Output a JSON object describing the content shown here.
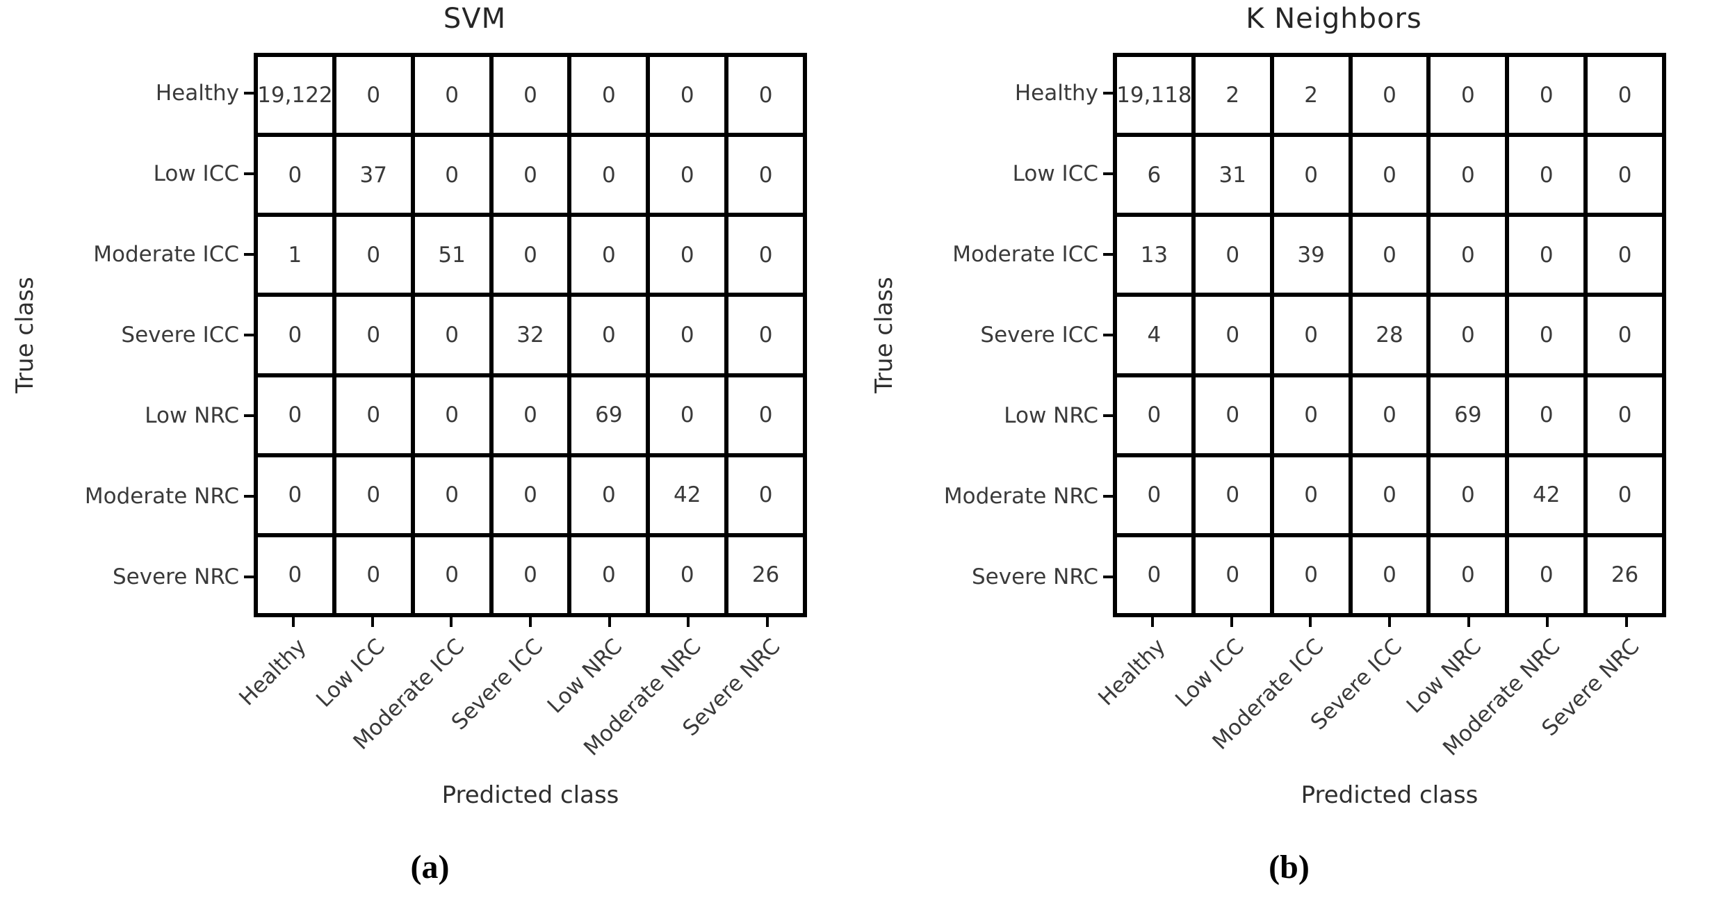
{
  "figure": {
    "ylabel": "True class",
    "xlabel": "Predicted class",
    "classes": [
      "Healthy",
      "Low ICC",
      "Moderate ICC",
      "Severe ICC",
      "Low NRC",
      "Moderate NRC",
      "Severe NRC"
    ],
    "panels": [
      {
        "id": "a",
        "title": "SVM",
        "caption": "(a)",
        "display_matrix": [
          [
            "19,122",
            "0",
            "0",
            "0",
            "0",
            "0",
            "0"
          ],
          [
            "0",
            "37",
            "0",
            "0",
            "0",
            "0",
            "0"
          ],
          [
            "1",
            "0",
            "51",
            "0",
            "0",
            "0",
            "0"
          ],
          [
            "0",
            "0",
            "0",
            "32",
            "0",
            "0",
            "0"
          ],
          [
            "0",
            "0",
            "0",
            "0",
            "69",
            "0",
            "0"
          ],
          [
            "0",
            "0",
            "0",
            "0",
            "0",
            "42",
            "0"
          ],
          [
            "0",
            "0",
            "0",
            "0",
            "0",
            "0",
            "26"
          ]
        ]
      },
      {
        "id": "b",
        "title": "K Neighbors",
        "caption": "(b)",
        "display_matrix": [
          [
            "19,118",
            "2",
            "2",
            "0",
            "0",
            "0",
            "0"
          ],
          [
            "6",
            "31",
            "0",
            "0",
            "0",
            "0",
            "0"
          ],
          [
            "13",
            "0",
            "39",
            "0",
            "0",
            "0",
            "0"
          ],
          [
            "4",
            "0",
            "0",
            "28",
            "0",
            "0",
            "0"
          ],
          [
            "0",
            "0",
            "0",
            "0",
            "69",
            "0",
            "0"
          ],
          [
            "0",
            "0",
            "0",
            "0",
            "0",
            "42",
            "0"
          ],
          [
            "0",
            "0",
            "0",
            "0",
            "0",
            "0",
            "26"
          ]
        ]
      }
    ],
    "colors": {
      "background": "#ffffff",
      "grid_line": "#000000",
      "cell_bg": "#ffffff",
      "cell_text": "#3a3a3a",
      "title_text": "#262626",
      "caption_text": "#000000"
    }
  },
  "chart_data": [
    {
      "type": "heatmap",
      "title": "SVM",
      "xlabel": "Predicted class",
      "ylabel": "True class",
      "x_categories": [
        "Healthy",
        "Low ICC",
        "Moderate ICC",
        "Severe ICC",
        "Low NRC",
        "Moderate NRC",
        "Severe NRC"
      ],
      "y_categories": [
        "Healthy",
        "Low ICC",
        "Moderate ICC",
        "Severe ICC",
        "Low NRC",
        "Moderate NRC",
        "Severe NRC"
      ],
      "values": [
        [
          19122,
          0,
          0,
          0,
          0,
          0,
          0
        ],
        [
          0,
          37,
          0,
          0,
          0,
          0,
          0
        ],
        [
          1,
          0,
          51,
          0,
          0,
          0,
          0
        ],
        [
          0,
          0,
          0,
          32,
          0,
          0,
          0
        ],
        [
          0,
          0,
          0,
          0,
          69,
          0,
          0
        ],
        [
          0,
          0,
          0,
          0,
          0,
          42,
          0
        ],
        [
          0,
          0,
          0,
          0,
          0,
          0,
          26
        ]
      ],
      "caption": "(a)",
      "layout": {
        "cell_fill": "white",
        "borders": "thick black",
        "x_tick_rotation": 45,
        "legend": "none"
      }
    },
    {
      "type": "heatmap",
      "title": "K Neighbors",
      "xlabel": "Predicted class",
      "ylabel": "True class",
      "x_categories": [
        "Healthy",
        "Low ICC",
        "Moderate ICC",
        "Severe ICC",
        "Low NRC",
        "Moderate NRC",
        "Severe NRC"
      ],
      "y_categories": [
        "Healthy",
        "Low ICC",
        "Moderate ICC",
        "Severe ICC",
        "Low NRC",
        "Moderate NRC",
        "Severe NRC"
      ],
      "values": [
        [
          19118,
          2,
          2,
          0,
          0,
          0,
          0
        ],
        [
          6,
          31,
          0,
          0,
          0,
          0,
          0
        ],
        [
          13,
          0,
          39,
          0,
          0,
          0,
          0
        ],
        [
          4,
          0,
          0,
          28,
          0,
          0,
          0
        ],
        [
          0,
          0,
          0,
          0,
          69,
          0,
          0
        ],
        [
          0,
          0,
          0,
          0,
          0,
          42,
          0
        ],
        [
          0,
          0,
          0,
          0,
          0,
          0,
          26
        ]
      ],
      "caption": "(b)",
      "layout": {
        "cell_fill": "white",
        "borders": "thick black",
        "x_tick_rotation": 45,
        "legend": "none"
      }
    }
  ]
}
